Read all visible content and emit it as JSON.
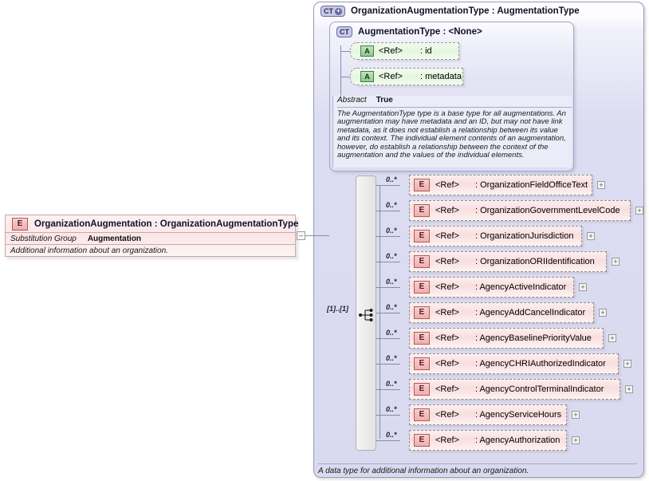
{
  "global_element": {
    "badge": "E",
    "title": "OrganizationAugmentation : OrganizationAugmentationType",
    "substitution_group_label": "Substitution Group",
    "substitution_group_value": "Augmentation",
    "documentation": "Additional information about an organization.",
    "collapse_glyph": "–"
  },
  "complex_type": {
    "badge": "CT",
    "badge_plus": "+",
    "title": "OrganizationAugmentationType : AugmentationType",
    "documentation": "A data type for additional information about an organization."
  },
  "base_type": {
    "badge": "CT",
    "title": "AugmentationType : <None>",
    "attributes": [
      {
        "badge": "A",
        "ref": "<Ref>",
        "name": ": id"
      },
      {
        "badge": "A",
        "ref": "<Ref>",
        "name": ": metadata"
      }
    ],
    "abstract_label": "Abstract",
    "abstract_value": "True",
    "documentation": "The AugmentationType type is a base type for all augmentations. An augmentation may have metadata and an ID, but may not have link metadata, as it does not establish a relationship between its value and its context. The individual element contents of an augmentation, however, do establish a relationship between the context of the augmentation and the values of the individual elements."
  },
  "sequence": {
    "occurs": "[1]..[1]",
    "icon": "sequence-icon",
    "elements": [
      {
        "cardinality": "0..*",
        "badge": "E",
        "ref": "<Ref>",
        "name": ": OrganizationFieldOfficeText",
        "expander": "+"
      },
      {
        "cardinality": "0..*",
        "badge": "E",
        "ref": "<Ref>",
        "name": ": OrganizationGovernmentLevelCode",
        "expander": "+"
      },
      {
        "cardinality": "0..*",
        "badge": "E",
        "ref": "<Ref>",
        "name": ": OrganizationJurisdiction",
        "expander": "+"
      },
      {
        "cardinality": "0..*",
        "badge": "E",
        "ref": "<Ref>",
        "name": ": OrganizationORIIdentification",
        "expander": "+"
      },
      {
        "cardinality": "0..*",
        "badge": "E",
        "ref": "<Ref>",
        "name": ": AgencyActiveIndicator",
        "expander": "+"
      },
      {
        "cardinality": "0..*",
        "badge": "E",
        "ref": "<Ref>",
        "name": ": AgencyAddCancelIndicator",
        "expander": "+"
      },
      {
        "cardinality": "0..*",
        "badge": "E",
        "ref": "<Ref>",
        "name": ": AgencyBaselinePriorityValue",
        "expander": "+"
      },
      {
        "cardinality": "0..*",
        "badge": "E",
        "ref": "<Ref>",
        "name": ": AgencyCHRIAuthorizedIndicator",
        "expander": "+"
      },
      {
        "cardinality": "0..*",
        "badge": "E",
        "ref": "<Ref>",
        "name": ": AgencyControlTerminalIndicator",
        "expander": "+"
      },
      {
        "cardinality": "0..*",
        "badge": "E",
        "ref": "<Ref>",
        "name": ": AgencyServiceHours",
        "expander": "+"
      },
      {
        "cardinality": "0..*",
        "badge": "E",
        "ref": "<Ref>",
        "name": ": AgencyAuthorization",
        "expander": "+"
      }
    ]
  },
  "colors": {
    "element_fill": "#f9dede",
    "element_border": "#8f8f8f",
    "attribute_fill": "#e4f6df",
    "type_panel_fill": "#dcdcf2",
    "badge_ct": "#c9c9ea",
    "badge_e": "#efaeae",
    "badge_a": "#8cc98a"
  }
}
